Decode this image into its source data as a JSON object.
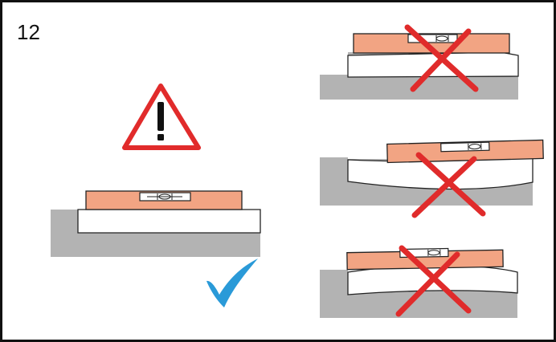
{
  "step": {
    "number": "12"
  },
  "colors": {
    "frame": "#111111",
    "surface": "#b3b3b3",
    "level_body": "#f2a483",
    "level_outline": "#222222",
    "warning": "#e12b2b",
    "wrong_mark": "#e02b2b",
    "check_mark": "#2a9ad8"
  },
  "icons": {
    "warning": "warning-triangle-icon",
    "correct": "checkmark-icon",
    "wrong": "cross-icon"
  },
  "panels": [
    {
      "id": "correct",
      "surface": "flat",
      "result": "correct"
    },
    {
      "id": "wrong-uneven",
      "surface": "uneven",
      "result": "wrong"
    },
    {
      "id": "wrong-concave",
      "surface": "concave",
      "result": "wrong"
    },
    {
      "id": "wrong-convex",
      "surface": "convex",
      "result": "wrong"
    }
  ]
}
